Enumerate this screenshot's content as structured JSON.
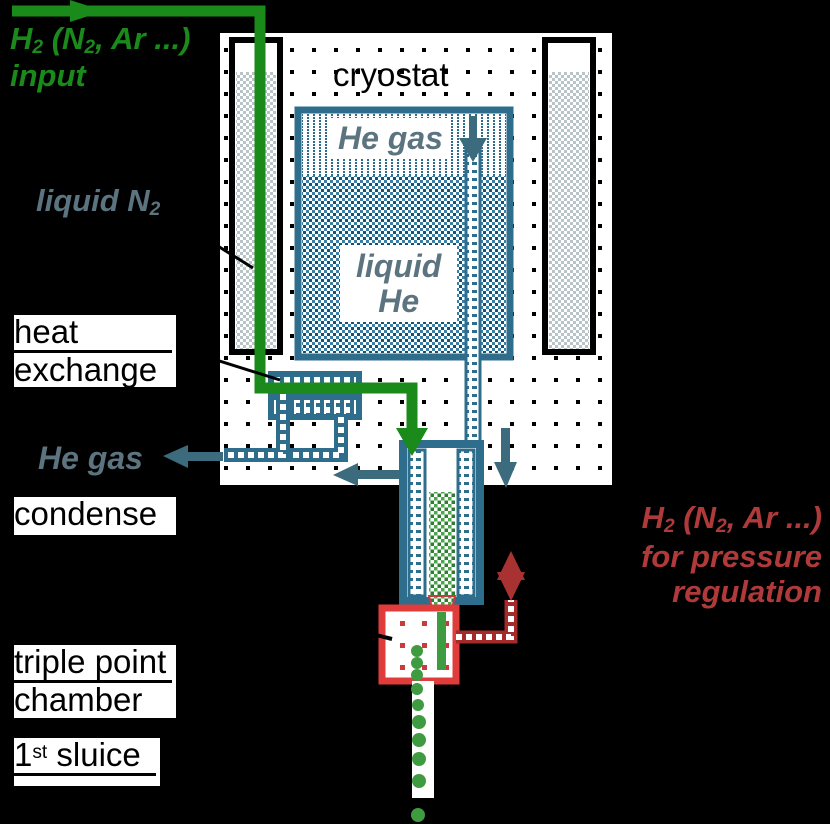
{
  "diagram": {
    "title": "Cryostat hydrogen triple point cell schematic",
    "background_color": "#000000"
  },
  "colors": {
    "green": "#1a8a1a",
    "green_fill": "#4aa84a",
    "teal": "#2f6d8c",
    "teal_dark": "#3c6b7d",
    "gray_text": "#5b7480",
    "red": "#cc3b3b",
    "red_text": "#b03a3a",
    "white": "#ffffff",
    "black": "#000000"
  },
  "labels": {
    "input": {
      "line1_a": "H",
      "line1_sub": "2",
      "line1_b": " (N",
      "line1_sub2": "2",
      "line1_c": ", Ar ...)",
      "line2": "input"
    },
    "liquid_n2": {
      "text_a": "liquid N",
      "sub": "2"
    },
    "cryostat": "cryostat",
    "he_gas_vessel": "He gas",
    "liquid_he": {
      "line1": "liquid",
      "line2": "He"
    },
    "heat_exchange": {
      "line1": "heat",
      "line2": "exchange"
    },
    "he_gas_out": "He gas",
    "condense": "condense",
    "triple_point_chamber": {
      "line1": "triple point",
      "line2": "chamber"
    },
    "first_sluice": {
      "num": "1",
      "ord": "st",
      "word": " sluice"
    },
    "pressure_regulation": {
      "line1_a": "H",
      "line1_sub": "2",
      "line1_b": " (N",
      "line1_sub2": "2",
      "line1_c": ", Ar ...)",
      "line2": "for pressure",
      "line3": "regulation"
    }
  },
  "flows": {
    "h2_input_arrow": "arrow-right-green",
    "he_transfer_arrow": "arrow-down-teal",
    "he_exhaust_arrow_left": "arrow-left-teal",
    "he_exhaust_arrow_inner": "arrow-left-teal",
    "he_return_arrow_down": "arrow-down-teal",
    "h2_condense_arrow": "arrow-down-green",
    "pressure_arrow": "arrow-up-down-red"
  }
}
